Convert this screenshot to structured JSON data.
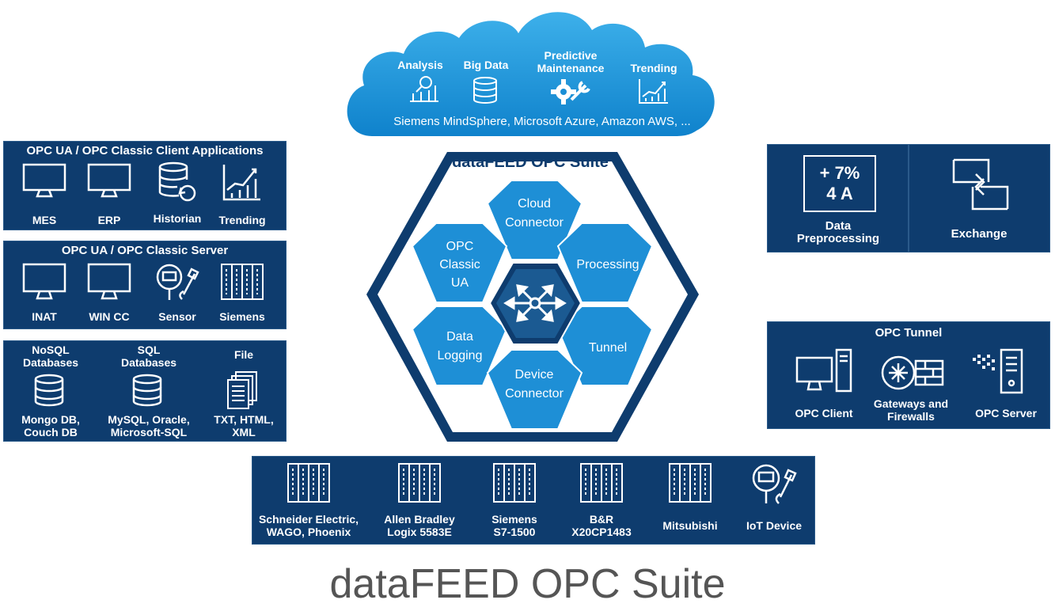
{
  "cloud": {
    "analysis": "Analysis",
    "bigdata": "Big Data",
    "predictive": "Predictive\nMaintenance",
    "trending": "Trending",
    "platforms": "Siemens MindSphere, Microsoft Azure, Amazon AWS, ..."
  },
  "suite": {
    "title": "dataFEED OPC Suite",
    "cloud_connector": "Cloud\nConnector",
    "opc_classic_ua": "OPC\nClassic\nUA",
    "processing": "Processing",
    "data_logging": "Data\nLogging",
    "tunnel": "Tunnel",
    "device_connector": "Device\nConnector"
  },
  "client_apps": {
    "title": "OPC UA / OPC Classic Client Applications",
    "items": [
      "MES",
      "ERP",
      "Historian",
      "Trending"
    ]
  },
  "classic_server": {
    "title": "OPC UA / OPC Classic Server",
    "items": [
      "INAT",
      "WIN CC",
      "Sensor",
      "Siemens"
    ]
  },
  "databases": {
    "nosql_title": "NoSQL\nDatabases",
    "sql_title": "SQL\nDatabases",
    "file_title": "File",
    "nosql_items": "Mongo DB,\nCouch DB",
    "sql_items": "MySQL, Oracle,\nMicrosoft-SQL",
    "file_items": "TXT, HTML,\nXML"
  },
  "preprocessing": {
    "box_text": "+ 7%\n4 A",
    "data_preprocessing": "Data\nPreprocessing",
    "exchange": "Exchange"
  },
  "tunnel_panel": {
    "title": "OPC Tunnel",
    "client": "OPC Client",
    "gateways": "Gateways and\nFirewalls",
    "server": "OPC Server"
  },
  "devices": {
    "items": [
      "Schneider Electric,\nWAGO, Phoenix",
      "Allen Bradley\nLogix 5583E",
      "Siemens\nS7-1500",
      "B&R\nX20CP1483",
      "Mitsubishi",
      "IoT Device"
    ]
  },
  "footer_title": "dataFEED OPC Suite",
  "colors": {
    "panel": "#0e3c6e",
    "hex_blue": "#1e8fd6",
    "cloud_blue": "#1a96dc",
    "title_gray": "#555555"
  }
}
